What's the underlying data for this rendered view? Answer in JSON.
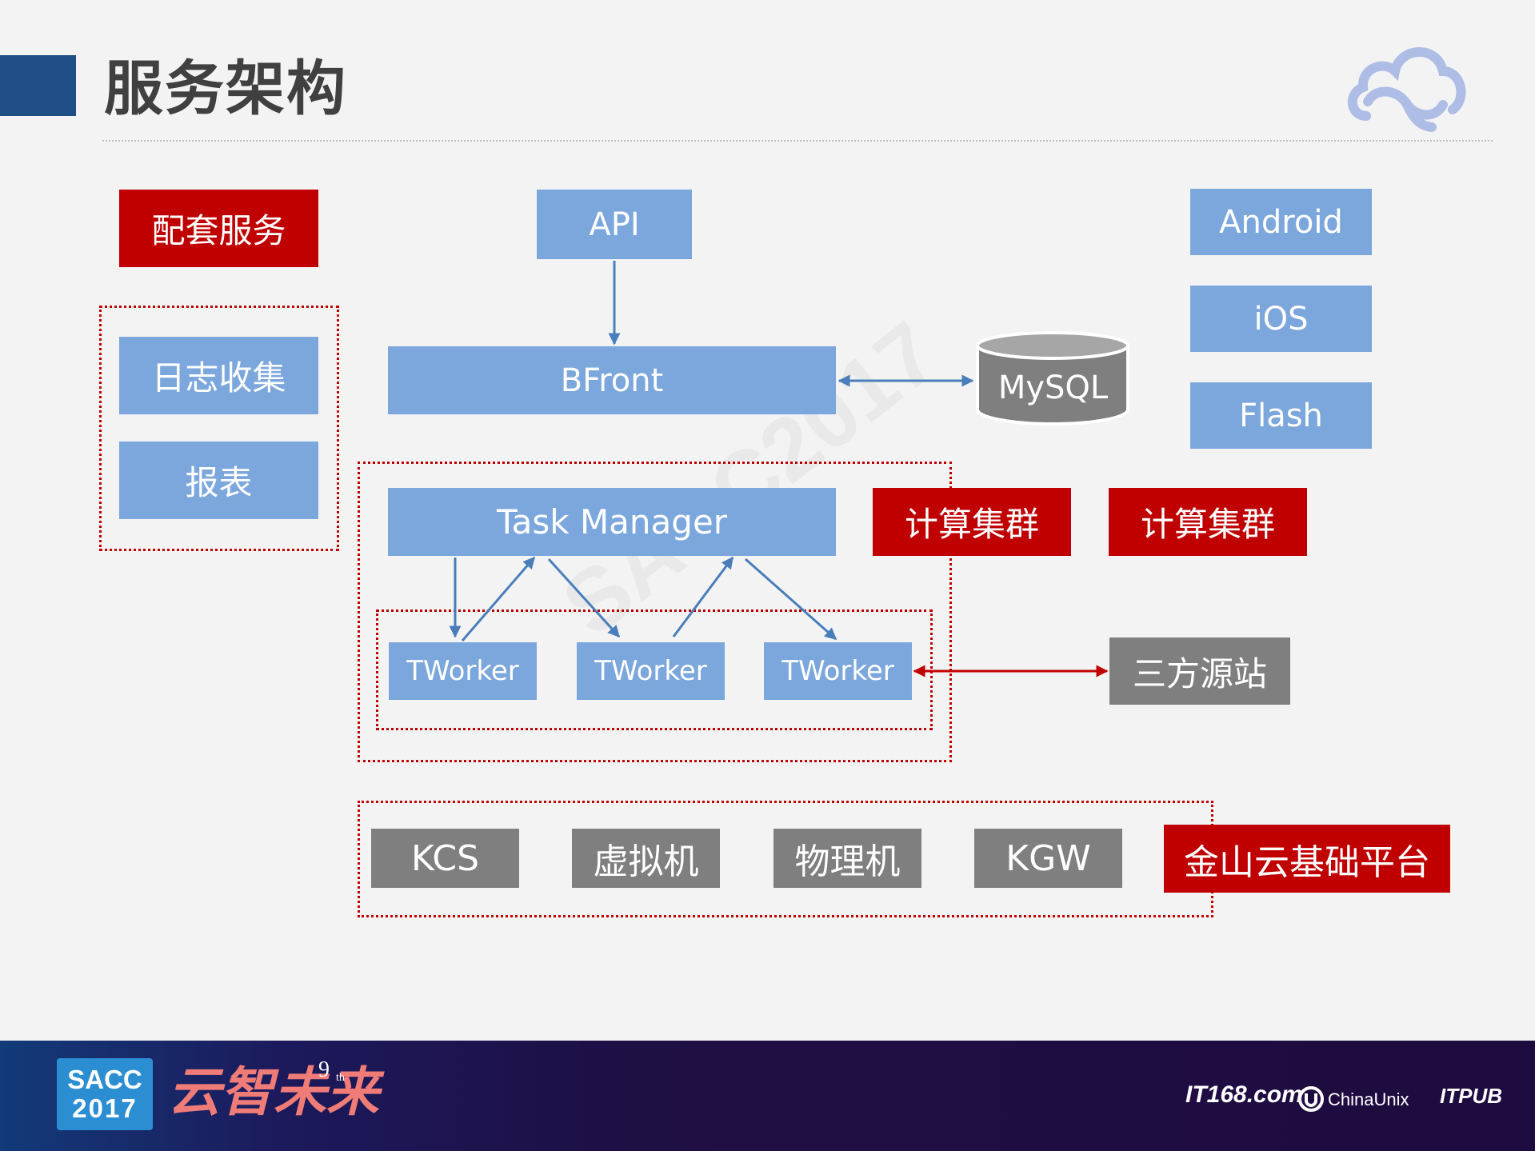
{
  "title": "服务架构",
  "support": {
    "header": "配套服务",
    "items": [
      "日志收集",
      "报表"
    ]
  },
  "core": {
    "api": "API",
    "bfront": "BFront",
    "mysql": "MySQL",
    "task_manager": "Task Manager",
    "workers": [
      "TWorker",
      "TWorker",
      "TWorker"
    ],
    "compute_cluster_labels": [
      "计算集群",
      "计算集群"
    ],
    "third_party": "三方源站"
  },
  "clients": [
    "Android",
    "iOS",
    "Flash"
  ],
  "platform": {
    "items": [
      "KCS",
      "虚拟机",
      "物理机",
      "KGW"
    ],
    "label": "金山云基础平台"
  },
  "watermark": "SACC2017",
  "footer": {
    "badge_line1": "SACC",
    "badge_line2": "2017",
    "slogan": "云智未来",
    "slogan_sup": "9",
    "slogan_sup_th": "th",
    "sponsors": [
      "IT168.com",
      "ChinaUnix",
      "ITPUB"
    ]
  },
  "colors": {
    "blue_box": "#7ba7dd",
    "red_box": "#c00000",
    "gray_box": "#7f7f7f",
    "title_accent": "#1f4e86",
    "arrow_blue": "#4a7ebb",
    "arrow_red": "#c00000"
  }
}
